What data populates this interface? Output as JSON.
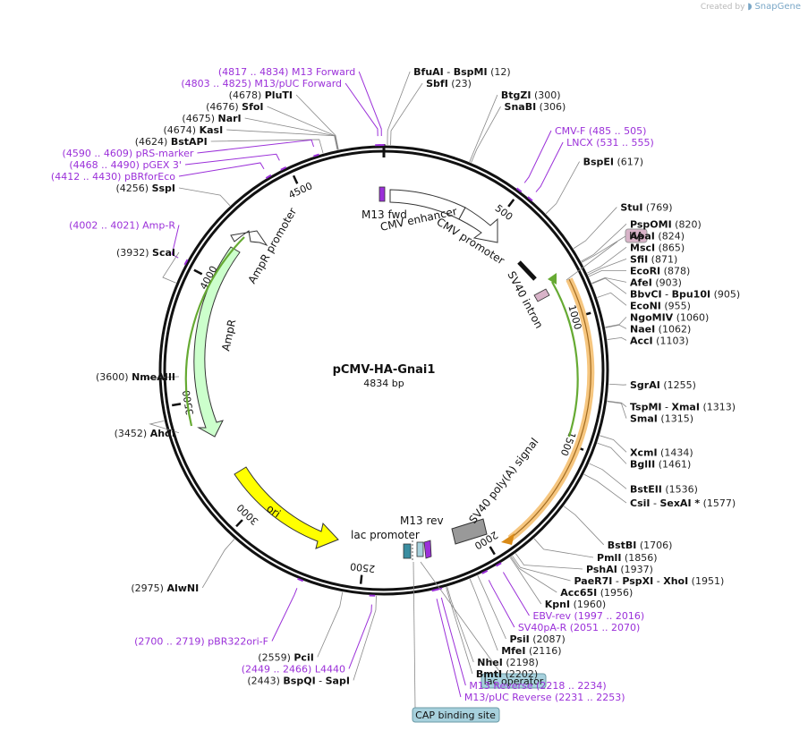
{
  "credit": {
    "prefix": "Created by",
    "brand": "SnapGene"
  },
  "plasmid": {
    "name": "pCMV-HA-Gnai1",
    "size_label": "4834 bp",
    "length": 4834
  },
  "ticks": [
    {
      "bp": 500,
      "label": "500"
    },
    {
      "bp": 1000,
      "label": "1000"
    },
    {
      "bp": 1500,
      "label": "1500"
    },
    {
      "bp": 2000,
      "label": "2000"
    },
    {
      "bp": 2500,
      "label": "2500"
    },
    {
      "bp": 3000,
      "label": "3000"
    },
    {
      "bp": 3500,
      "label": "3500"
    },
    {
      "bp": 4000,
      "label": "4000"
    },
    {
      "bp": 4500,
      "label": "4500"
    }
  ],
  "right_enzymes": [
    {
      "bp": 12,
      "names": [
        "BfuAI",
        "BspMI"
      ],
      "pos": "(12)"
    },
    {
      "bp": 23,
      "names": [
        "SbfI"
      ],
      "pos": "(23)"
    },
    {
      "bp": 300,
      "names": [
        "BtgZI"
      ],
      "pos": "(300)"
    },
    {
      "bp": 306,
      "names": [
        "SnaBI"
      ],
      "pos": "(306)"
    },
    {
      "bp": 617,
      "names": [
        "BspEI"
      ],
      "pos": "(617)"
    },
    {
      "bp": 769,
      "names": [
        "StuI"
      ],
      "pos": "(769)"
    },
    {
      "bp": 820,
      "names": [
        "PspOMI"
      ],
      "pos": "(820)"
    },
    {
      "bp": 824,
      "names": [
        "ApaI"
      ],
      "pos": "(824)"
    },
    {
      "bp": 865,
      "names": [
        "MscI"
      ],
      "pos": "(865)"
    },
    {
      "bp": 871,
      "names": [
        "SfiI"
      ],
      "pos": "(871)"
    },
    {
      "bp": 878,
      "names": [
        "EcoRI"
      ],
      "pos": "(878)"
    },
    {
      "bp": 903,
      "names": [
        "AfeI"
      ],
      "pos": "(903)"
    },
    {
      "bp": 905,
      "names": [
        "BbvCI",
        "Bpu10I"
      ],
      "pos": "(905)"
    },
    {
      "bp": 955,
      "names": [
        "EcoNI"
      ],
      "pos": "(955)"
    },
    {
      "bp": 1060,
      "names": [
        "NgoMIV"
      ],
      "pos": "(1060)"
    },
    {
      "bp": 1062,
      "names": [
        "NaeI"
      ],
      "pos": "(1062)"
    },
    {
      "bp": 1103,
      "names": [
        "AccI"
      ],
      "pos": "(1103)"
    },
    {
      "bp": 1255,
      "names": [
        "SgrAI"
      ],
      "pos": "(1255)"
    },
    {
      "bp": 1313,
      "names": [
        "TspMI",
        "XmaI"
      ],
      "pos": "(1313)"
    },
    {
      "bp": 1315,
      "names": [
        "SmaI"
      ],
      "pos": "(1315)"
    },
    {
      "bp": 1434,
      "names": [
        "XcmI"
      ],
      "pos": "(1434)"
    },
    {
      "bp": 1461,
      "names": [
        "BglII"
      ],
      "pos": "(1461)"
    },
    {
      "bp": 1536,
      "names": [
        "BstEII"
      ],
      "pos": "(1536)"
    },
    {
      "bp": 1577,
      "names": [
        "CsiI",
        "SexAI *"
      ],
      "pos": "(1577)"
    },
    {
      "bp": 1706,
      "names": [
        "BstBI"
      ],
      "pos": "(1706)"
    },
    {
      "bp": 1856,
      "names": [
        "PmlI"
      ],
      "pos": "(1856)"
    },
    {
      "bp": 1937,
      "names": [
        "PshAI"
      ],
      "pos": "(1937)"
    },
    {
      "bp": 1951,
      "names": [
        "PaeR7I",
        "PspXI",
        "XhoI"
      ],
      "pos": "(1951)"
    },
    {
      "bp": 1956,
      "names": [
        "Acc65I"
      ],
      "pos": "(1956)"
    },
    {
      "bp": 1960,
      "names": [
        "KpnI"
      ],
      "pos": "(1960)"
    },
    {
      "bp": 2087,
      "names": [
        "PsiI"
      ],
      "pos": "(2087)"
    },
    {
      "bp": 2116,
      "names": [
        "MfeI"
      ],
      "pos": "(2116)"
    },
    {
      "bp": 2198,
      "names": [
        "NheI"
      ],
      "pos": "(2198)"
    },
    {
      "bp": 2202,
      "names": [
        "BmtI"
      ],
      "pos": "(2202)"
    }
  ],
  "left_enzymes": [
    {
      "bp": 4678,
      "names": [
        "PluTI"
      ],
      "pos": "(4678)"
    },
    {
      "bp": 4676,
      "names": [
        "SfoI"
      ],
      "pos": "(4676)"
    },
    {
      "bp": 4675,
      "names": [
        "NarI"
      ],
      "pos": "(4675)"
    },
    {
      "bp": 4674,
      "names": [
        "KasI"
      ],
      "pos": "(4674)"
    },
    {
      "bp": 4624,
      "names": [
        "BstAPI"
      ],
      "pos": "(4624)"
    },
    {
      "bp": 4256,
      "names": [
        "SspI"
      ],
      "pos": "(4256)"
    },
    {
      "bp": 3932,
      "names": [
        "ScaI"
      ],
      "pos": "(3932)"
    },
    {
      "bp": 3600,
      "names": [
        "NmeAIII"
      ],
      "pos": "(3600)"
    },
    {
      "bp": 3452,
      "names": [
        "AhdI"
      ],
      "pos": "(3452)"
    },
    {
      "bp": 2975,
      "names": [
        "AlwNI"
      ],
      "pos": "(2975)"
    },
    {
      "bp": 2559,
      "names": [
        "PciI"
      ],
      "pos": "(2559)"
    },
    {
      "bp": 2443,
      "names": [
        "BspQI",
        "SapI"
      ],
      "pos": "(2443)"
    }
  ],
  "primers": [
    {
      "bp": 4826,
      "range": "(4817 .. 4834)",
      "name": "M13 Forward",
      "side": "left"
    },
    {
      "bp": 4814,
      "range": "(4803 .. 4825)",
      "name": "M13/pUC Forward",
      "side": "left"
    },
    {
      "bp": 4600,
      "range": "(4590 .. 4609)",
      "name": "pRS-marker",
      "side": "left"
    },
    {
      "bp": 4479,
      "range": "(4468 .. 4490)",
      "name": "pGEX 3'",
      "side": "left"
    },
    {
      "bp": 4421,
      "range": "(4412 .. 4430)",
      "name": "pBRforEco",
      "side": "left"
    },
    {
      "bp": 4011,
      "range": "(4002 .. 4021)",
      "name": "Amp-R",
      "side": "left"
    },
    {
      "bp": 2709,
      "range": "(2700 .. 2719)",
      "name": "pBR322ori-F",
      "side": "left"
    },
    {
      "bp": 2457,
      "range": "(2449 .. 2466)",
      "name": "L4440",
      "side": "left"
    },
    {
      "bp": 495,
      "range": "(485 .. 505)",
      "name": "CMV-F",
      "side": "right"
    },
    {
      "bp": 543,
      "range": "(531 .. 555)",
      "name": "LNCX",
      "side": "right"
    },
    {
      "bp": 2006,
      "range": "(1997 .. 2016)",
      "name": "EBV-rev",
      "side": "right"
    },
    {
      "bp": 2060,
      "range": "(2051 .. 2070)",
      "name": "SV40pA-R",
      "side": "right"
    },
    {
      "bp": 2226,
      "range": "(2218 .. 2234)",
      "name": "M13 Reverse",
      "side": "right"
    },
    {
      "bp": 2242,
      "range": "(2231 .. 2253)",
      "name": "M13/pUC Reverse",
      "side": "right"
    }
  ],
  "features": {
    "m13fwd": "M13 fwd",
    "cmv_enhancer": "CMV enhancer",
    "cmv_promoter": "CMV promoter",
    "sv40_intron": "SV40 intron",
    "ampr_promoter": "AmpR promoter",
    "ampr": "AmpR",
    "ori": "ori",
    "lac_promoter": "lac promoter",
    "m13rev": "M13 rev",
    "sv40_polya": "SV40 poly(A) signal",
    "ha": "HA",
    "lac_operator": "lac operator",
    "cap_site": "CAP binding site"
  },
  "colors": {
    "backbone": "#111111",
    "primer": "#9b30d9",
    "ampr_fill": "#ccffcc",
    "ori_fill": "#ffff00",
    "gnai_orange": "#f6c67f",
    "green_arrow": "#66aa33",
    "ha_fill": "#d8b3c8",
    "lac_box": "#a7d1dd",
    "polya_fill": "#999999"
  }
}
